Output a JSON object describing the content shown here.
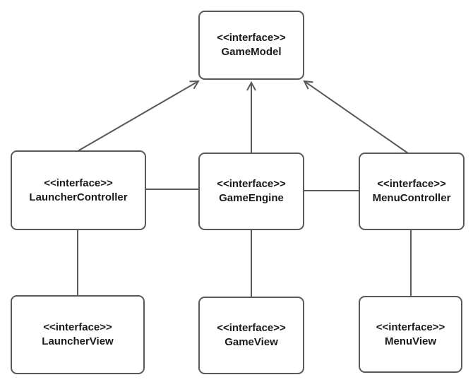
{
  "diagram": {
    "type": "uml-class-diagram",
    "stroke_color": "#595959",
    "text_color": "#1a1a1a",
    "background_color": "#ffffff",
    "nodes": [
      {
        "id": "game-model",
        "stereotype": "<<interface>>",
        "name": "GameModel"
      },
      {
        "id": "launcher-controller",
        "stereotype": "<<interface>>",
        "name": "LauncherController"
      },
      {
        "id": "game-engine",
        "stereotype": "<<interface>>",
        "name": "GameEngine"
      },
      {
        "id": "menu-controller",
        "stereotype": "<<interface>>",
        "name": "MenuController"
      },
      {
        "id": "launcher-view",
        "stereotype": "<<interface>>",
        "name": "LauncherView"
      },
      {
        "id": "game-view",
        "stereotype": "<<interface>>",
        "name": "GameView"
      },
      {
        "id": "menu-view",
        "stereotype": "<<interface>>",
        "name": "MenuView"
      }
    ],
    "edges": [
      {
        "from": "LauncherController",
        "to": "GameModel",
        "style": "open-arrow"
      },
      {
        "from": "GameEngine",
        "to": "GameModel",
        "style": "open-arrow"
      },
      {
        "from": "MenuController",
        "to": "GameModel",
        "style": "open-arrow"
      },
      {
        "from": "LauncherController",
        "to": "GameEngine",
        "style": "plain-line"
      },
      {
        "from": "GameEngine",
        "to": "MenuController",
        "style": "plain-line"
      },
      {
        "from": "LauncherController",
        "to": "LauncherView",
        "style": "plain-line"
      },
      {
        "from": "GameEngine",
        "to": "GameView",
        "style": "plain-line"
      },
      {
        "from": "MenuController",
        "to": "MenuView",
        "style": "plain-line"
      }
    ]
  }
}
